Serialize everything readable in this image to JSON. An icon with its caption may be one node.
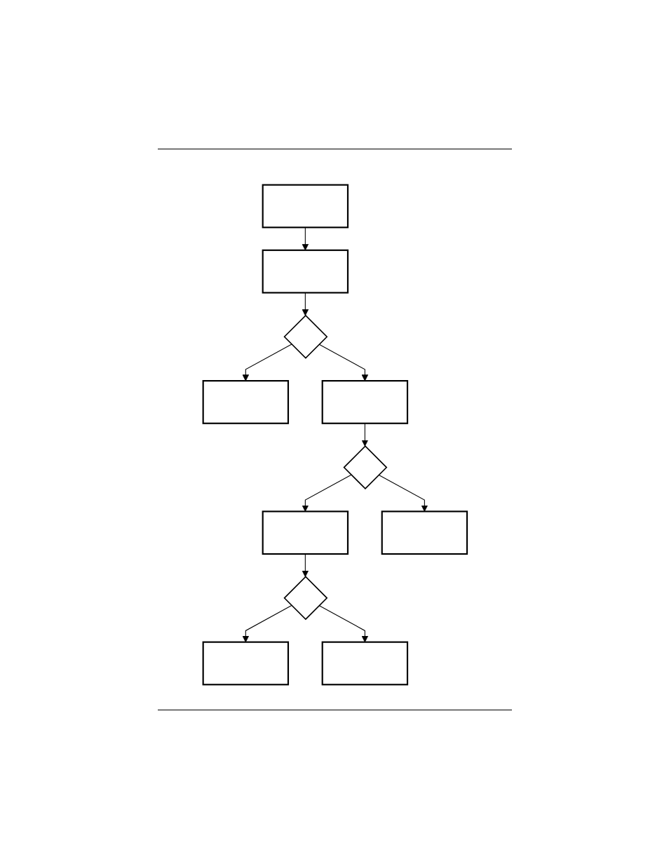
{
  "diagram": {
    "nodes": [
      {
        "text": [],
        "shape": "box"
      },
      {
        "text": [],
        "shape": "box"
      },
      {
        "text": [],
        "shape": "diamond"
      },
      {
        "text": [],
        "shape": "box"
      },
      {
        "text": [],
        "shape": "box"
      },
      {
        "text": [],
        "shape": "diamond"
      },
      {
        "text": [],
        "shape": "box"
      },
      {
        "text": [],
        "shape": "box"
      },
      {
        "text": [],
        "shape": "diamond"
      },
      {
        "text": [],
        "shape": "box"
      },
      {
        "text": [],
        "shape": "box"
      }
    ],
    "edges": [
      {
        "from": 0,
        "to": 1,
        "arrow": "to"
      },
      {
        "from": 1,
        "to": 2,
        "arrow": "to"
      },
      {
        "from": 2,
        "to": 3,
        "arrow": "to"
      },
      {
        "from": 2,
        "to": 4,
        "arrow": "to"
      },
      {
        "from": 4,
        "to": 5,
        "arrow": "to"
      },
      {
        "from": 5,
        "to": 6,
        "arrow": "to"
      },
      {
        "from": 5,
        "to": 7,
        "arrow": "to"
      },
      {
        "from": 6,
        "to": 8,
        "arrow": "to"
      },
      {
        "from": 8,
        "to": 9,
        "arrow": "to"
      },
      {
        "from": 8,
        "to": 10,
        "arrow": "to"
      }
    ]
  }
}
